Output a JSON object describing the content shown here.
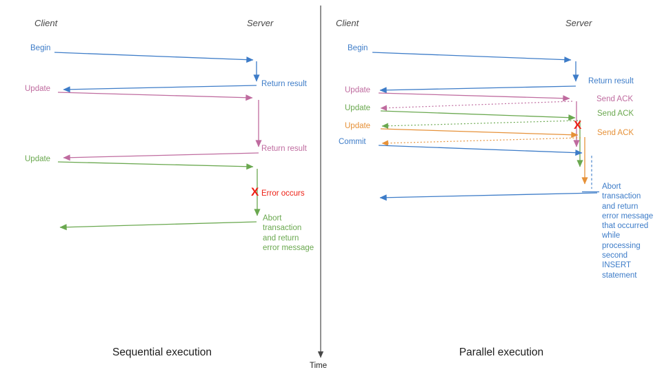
{
  "time_axis": {
    "label": "Time"
  },
  "colors": {
    "blue": "#3d7cc8",
    "pink": "#bf6b9f",
    "green": "#6aa84f",
    "orange": "#e69138",
    "red": "#ed1f14",
    "axis_gray": "#474747"
  },
  "left": {
    "title": "Sequential execution",
    "client_header": "Client",
    "server_header": "Server",
    "begin": "Begin",
    "return_result_1": "Return result",
    "update_1": "Update",
    "return_result_2": "Return result",
    "update_2": "Update",
    "error_mark": "X",
    "error_label": "Error occurs",
    "abort_message": "Abort\ntransaction\nand return\nerror message"
  },
  "right": {
    "title": "Parallel execution",
    "client_header": "Client",
    "server_header": "Server",
    "begin": "Begin",
    "return_result": "Return result",
    "update_1": "Update",
    "send_ack_1": "Send ACK",
    "update_2": "Update",
    "send_ack_2": "Send ACK",
    "update_3": "Update",
    "send_ack_3": "Send ACK",
    "commit": "Commit",
    "error_mark": "X",
    "abort_message": "Abort\ntransaction\nand return\nerror message\nthat occurred\nwhile\nprocessing\nsecond\nINSERT\nstatement"
  }
}
